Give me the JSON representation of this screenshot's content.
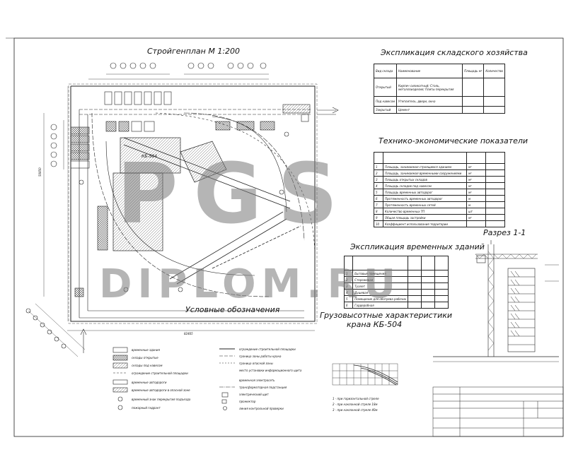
{
  "titles": {
    "stroygenplan": "Стройгенплан М 1:200",
    "sklad": "Экспликация складского хозяйства",
    "tep": "Технико-экономические показатели",
    "razrez": "Разрез 1-1",
    "vremennye": "Экспликация временных зданий",
    "uslovnye": "Условные обозначения",
    "gruz_1": "Грузовысотные характеристики",
    "gruz_2": "крана КБ-504"
  },
  "plan_labels": {
    "crane": "КБ-504",
    "dim_left": "50850",
    "dim_bottom": "82405"
  },
  "watermark": {
    "line1": "PGS",
    "line2": "DIPLOM.RU"
  },
  "sklad_table": {
    "header": [
      "Вид склада",
      "Наименование",
      "Площадь м²",
      "Количество"
    ],
    "rows": [
      [
        "Открытый",
        "Кирпич силикатный; Сталь, металлоизделия; Плиты перекрытия",
        "",
        ""
      ],
      [
        "Под навесом",
        "Утеплитель, двери, окна",
        "",
        ""
      ],
      [
        "Закрытый",
        "Цемент",
        "",
        ""
      ]
    ]
  },
  "tep_rows": [
    "Площадь, занимаемая строящимся зданием",
    "Площадь, занимаемая временными сооружениями",
    "Площадь открытых складов",
    "Площадь складов под навесом",
    "Площадь временных автодорог",
    "Протяженность временных автодорог",
    "Протяженность временных сетей",
    "Количество временных ТП",
    "Общая площадь застройки",
    "Коэффициент использования территории"
  ],
  "tep_units": [
    "м²",
    "м²",
    "м²",
    "м²",
    "м²",
    "м",
    "м",
    "шт",
    "м²",
    ""
  ],
  "vremennye_rows": [
    "Бытовые помещения",
    "Сторожевая",
    "Туалет",
    "Душевая",
    "Помещение для обогрева рабочих",
    "Гардеробная"
  ],
  "legend_left": [
    "временные здания",
    "склады открытые",
    "склады под навесом",
    "ограждение строительной площадки",
    "временные автодороги",
    "временные автодороги в опасной зоне",
    "временный знак перекрытия подъезда",
    "пожарный гидрант"
  ],
  "legend_right": [
    "ограждение строительной площадки",
    "граница зоны работы крана",
    "граница опасной зоны",
    "место установки информационного щита",
    "временная электросеть",
    "трансформаторная подстанция",
    "электрический щит",
    "прожектор",
    "линия контрольной проверки"
  ],
  "crane_notes": [
    "1 - при горизонтальной стреле",
    "2 - при наклонной стреле 18м",
    "3 - при наклонной стреле 40м"
  ],
  "colors": {
    "line": "#222222",
    "watermark": "#8a8a8a",
    "hatch": "#444444"
  }
}
